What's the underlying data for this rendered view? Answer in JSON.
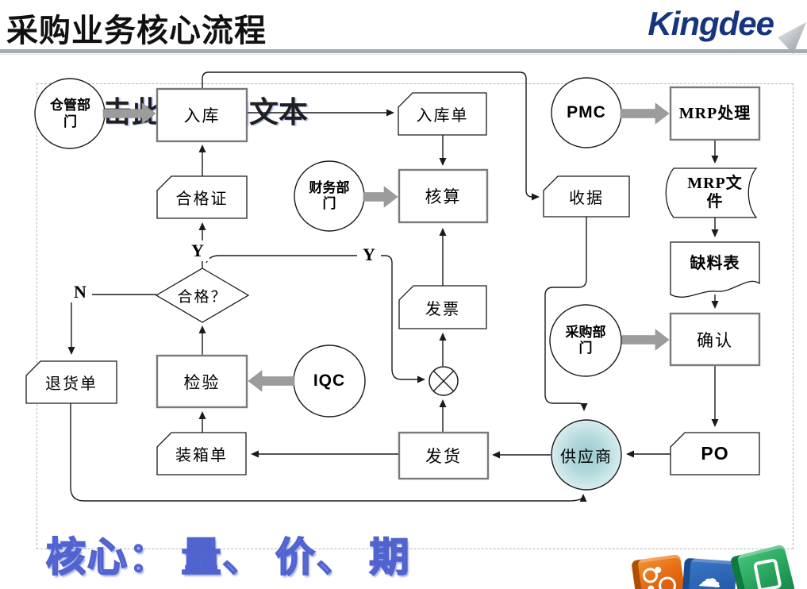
{
  "header": {
    "title": "采购业务核心流程",
    "brand": "Kingdee"
  },
  "placeholder_text": "单击此处添加文本",
  "nodes": {
    "warehouse_dept": "仓管部\n门",
    "inbound": "入库",
    "inbound_slip": "入库单",
    "pmc": "PMC",
    "mrp_process": "MRP处理",
    "cert": "合格证",
    "finance_dept": "财务部\n门",
    "accounting": "核算",
    "receipt": "收据",
    "mrp_file": "MRP文\n件",
    "shortage_list": "缺料表",
    "decision": "合格？",
    "invoice": "发票",
    "purchasing_dept": "采购部\n门",
    "confirm": "确认",
    "return_slip": "退货单",
    "inspection": "检验",
    "iqc": "IQC",
    "supplier": "供应商",
    "po": "PO",
    "packing_list": "装箱单",
    "shipping": "发货"
  },
  "labels": {
    "yes_upper": "Y",
    "yes_right": "Y",
    "no": "N"
  },
  "footer": {
    "wordart": "核心：  量、  价、  期"
  },
  "colors": {
    "brand_blue": "#16357e",
    "connector_black": "#1a1a1a",
    "process_border_gray": "#7a7a7a",
    "block_arrow_gray": "#9c9c9c",
    "supplier_fill_teal": "#9ccbd1",
    "wordart_blue": "#98a9ec",
    "cube_orange": "#e2660f",
    "cube_blue": "#2a62b0",
    "cube_green": "#27a35c"
  }
}
